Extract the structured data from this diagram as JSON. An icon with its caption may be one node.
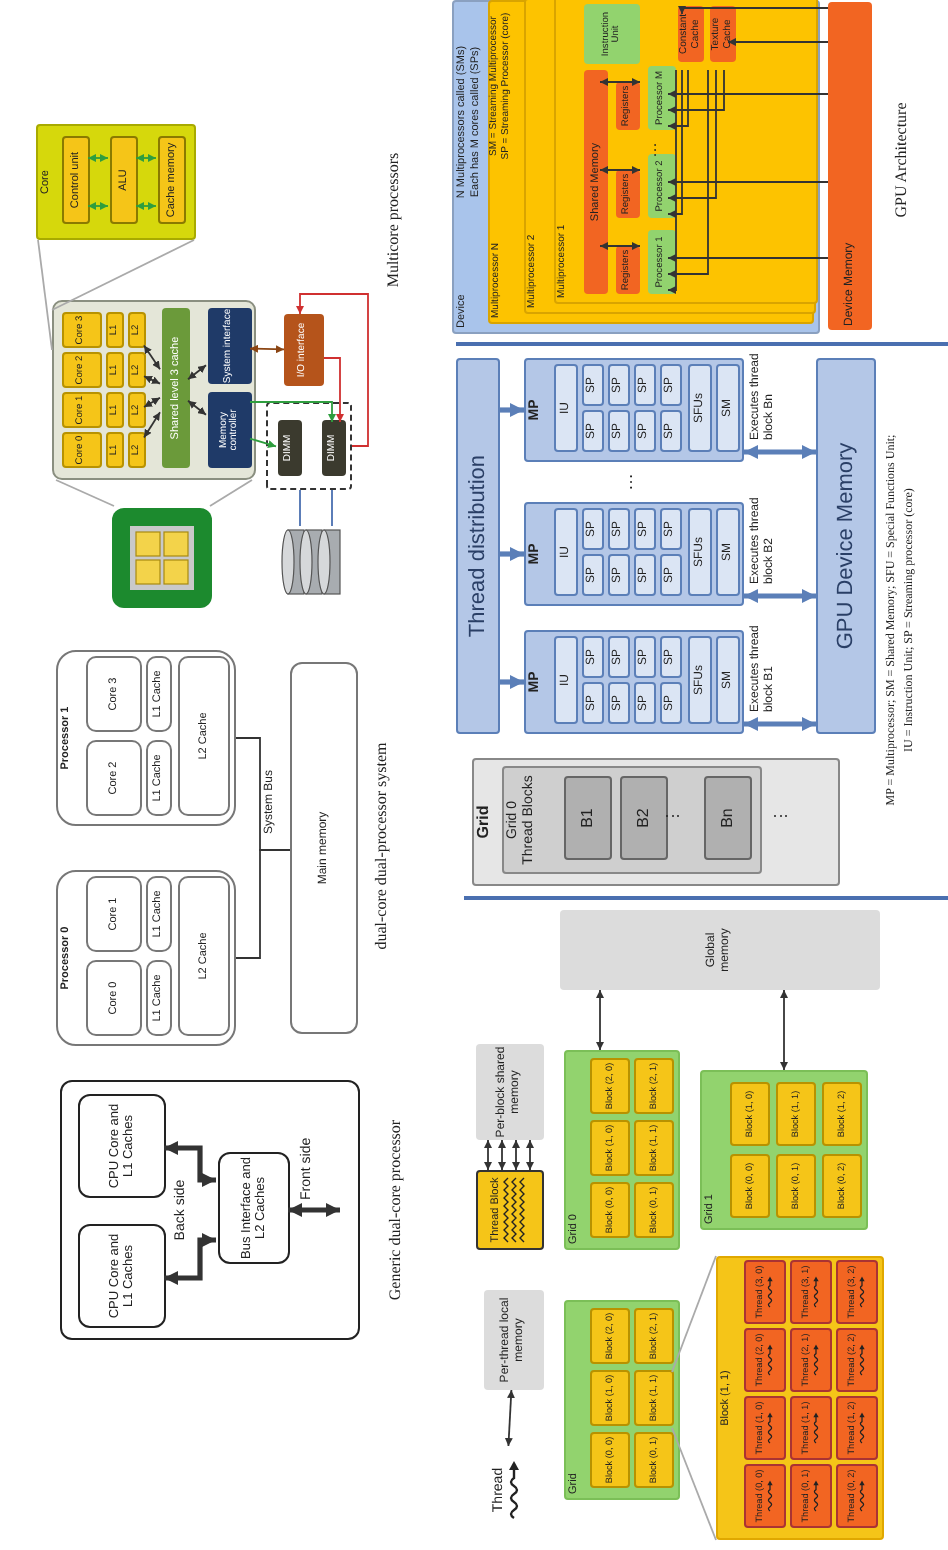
{
  "diagram": {
    "nodes": [
      {
        "text": [],
        "shape": "box"
      },
      {
        "text": [
          "CPU Core and L1 Caches"
        ],
        "in": 0
      },
      {
        "text": [
          "CPU Core and L1 Caches"
        ],
        "in": 0
      },
      {
        "text": [
          "Bus Interface and L2 Caches"
        ],
        "in": 0
      },
      {
        "text": [
          "Processor 0"
        ]
      },
      {
        "text": [
          "Core 0"
        ],
        "in": 4
      },
      {
        "text": [
          "Core 1"
        ],
        "in": 4
      },
      {
        "text": [
          "L1 Cache"
        ],
        "in": 4
      },
      {
        "text": [
          "L1 Cache"
        ],
        "in": 4
      },
      {
        "text": [
          "L2 Cache"
        ],
        "in": 4
      },
      {
        "text": [
          "Processor 1"
        ]
      },
      {
        "text": [
          "Core 2"
        ],
        "in": 10
      },
      {
        "text": [
          "Core 3"
        ],
        "in": 10
      },
      {
        "text": [
          "L1 Cache"
        ],
        "in": 10
      },
      {
        "text": [
          "L1 Cache"
        ],
        "in": 10
      },
      {
        "text": [
          "L2 Cache"
        ],
        "in": 10
      },
      {
        "text": [
          "Main memory"
        ]
      },
      {
        "text": [],
        "shape": "picture"
      },
      {
        "text": [],
        "shape": "cylinder"
      },
      {
        "text": [],
        "shape": "box"
      },
      {
        "text": [
          "Core 0"
        ],
        "in": 19
      },
      {
        "text": [
          "L1"
        ],
        "in": 19
      },
      {
        "text": [
          "L2"
        ],
        "in": 19
      },
      {
        "text": [
          "Core 1"
        ],
        "in": 19
      },
      {
        "text": [
          "L1"
        ],
        "in": 19
      },
      {
        "text": [
          "L2"
        ],
        "in": 19
      },
      {
        "text": [
          "Core 2"
        ],
        "in": 19
      },
      {
        "text": [
          "L1"
        ],
        "in": 19
      },
      {
        "text": [
          "L2"
        ],
        "in": 19
      },
      {
        "text": [
          "Core 3"
        ],
        "in": 19
      },
      {
        "text": [
          "L1"
        ],
        "in": 19
      },
      {
        "text": [
          "L2"
        ],
        "in": 19
      },
      {
        "text": [
          "Shared level 3 cache"
        ],
        "in": 19
      },
      {
        "text": [
          "Memory controller"
        ],
        "in": 19
      },
      {
        "text": [
          "System interface"
        ],
        "in": 19
      },
      {
        "text": [
          "I/O interface"
        ]
      },
      {
        "text": [],
        "shape": "box"
      },
      {
        "text": [
          "DIMM"
        ],
        "in": 36
      },
      {
        "text": [
          "DIMM"
        ],
        "in": 36
      },
      {
        "text": [
          "Core"
        ]
      },
      {
        "text": [
          "Control unit"
        ],
        "in": 39
      },
      {
        "text": [
          "ALU"
        ],
        "in": 39
      },
      {
        "text": [
          "Cache memory"
        ],
        "in": 39
      },
      {
        "text": [
          "Thread"
        ]
      },
      {
        "text": [
          "Per-thread local memory"
        ]
      },
      {
        "text": [
          "Thread Block"
        ]
      },
      {
        "text": [
          "Per-block shared memory"
        ]
      },
      {
        "text": [
          "Grid"
        ]
      },
      {
        "text": [
          "Block (0, 0)"
        ],
        "in": 47
      },
      {
        "text": [
          "Block (1, 0)"
        ],
        "in": 47
      },
      {
        "text": [
          "Block (2, 0)"
        ],
        "in": 47
      },
      {
        "text": [
          "Block (0, 1)"
        ],
        "in": 47
      },
      {
        "text": [
          "Block (1, 1)"
        ],
        "in": 47
      },
      {
        "text": [
          "Block (2, 1)"
        ],
        "in": 47
      },
      {
        "text": [
          "Block (1, 1)"
        ]
      },
      {
        "text": [
          "Thread (0, 0)"
        ],
        "in": 54
      },
      {
        "text": [
          "Thread (1, 0)"
        ],
        "in": 54
      },
      {
        "text": [
          "Thread (2, 0)"
        ],
        "in": 54
      },
      {
        "text": [
          "Thread (3, 0)"
        ],
        "in": 54
      },
      {
        "text": [
          "Thread (0, 1)"
        ],
        "in": 54
      },
      {
        "text": [
          "Thread (1, 1)"
        ],
        "in": 54
      },
      {
        "text": [
          "Thread (2, 1)"
        ],
        "in": 54
      },
      {
        "text": [
          "Thread (3, 1)"
        ],
        "in": 54
      },
      {
        "text": [
          "Thread (0, 2)"
        ],
        "in": 54
      },
      {
        "text": [
          "Thread (1, 2)"
        ],
        "in": 54
      },
      {
        "text": [
          "Thread (2, 2)"
        ],
        "in": 54
      },
      {
        "text": [
          "Thread (3, 2)"
        ],
        "in": 54
      },
      {
        "text": [
          "Grid 0"
        ]
      },
      {
        "text": [
          "Block (0, 0)"
        ],
        "in": 67
      },
      {
        "text": [
          "Block (1, 0)"
        ],
        "in": 67
      },
      {
        "text": [
          "Block (2, 0)"
        ],
        "in": 67
      },
      {
        "text": [
          "Block (0, 1)"
        ],
        "in": 67
      },
      {
        "text": [
          "Block (1, 1)"
        ],
        "in": 67
      },
      {
        "text": [
          "Block (2, 1)"
        ],
        "in": 67
      },
      {
        "text": [
          "Grid 1"
        ]
      },
      {
        "text": [
          "Block (0, 0)"
        ],
        "in": 74
      },
      {
        "text": [
          "Block (1, 0)"
        ],
        "in": 74
      },
      {
        "text": [
          "Block (0, 1)"
        ],
        "in": 74
      },
      {
        "text": [
          "Block (1, 1)"
        ],
        "in": 74
      },
      {
        "text": [
          "Block (0, 2)"
        ],
        "in": 74
      },
      {
        "text": [
          "Block (1, 2)"
        ],
        "in": 74
      },
      {
        "text": [
          "Global memory"
        ]
      },
      {
        "text": [
          "Grid"
        ]
      },
      {
        "text": [
          "Grid 0",
          "Thread Blocks"
        ],
        "in": 82
      },
      {
        "text": [
          "B1"
        ],
        "in": 83
      },
      {
        "text": [
          "B2"
        ],
        "in": 83
      },
      {
        "text": [
          "Bn"
        ],
        "in": 83
      },
      {
        "text": [
          "Thread distribution"
        ]
      },
      {
        "text": [
          "MP"
        ],
        "beside": [
          "Executes thread block B1"
        ]
      },
      {
        "text": [
          "IU"
        ],
        "in": 88
      },
      {
        "text": [
          "SP"
        ],
        "in": 88
      },
      {
        "text": [
          "SP"
        ],
        "in": 88
      },
      {
        "text": [
          "SP"
        ],
        "in": 88
      },
      {
        "text": [
          "SP"
        ],
        "in": 88
      },
      {
        "text": [
          "SP"
        ],
        "in": 88
      },
      {
        "text": [
          "SP"
        ],
        "in": 88
      },
      {
        "text": [
          "SP"
        ],
        "in": 88
      },
      {
        "text": [
          "SP"
        ],
        "in": 88
      },
      {
        "text": [
          "SFUs"
        ],
        "in": 88
      },
      {
        "text": [
          "SM"
        ],
        "in": 88
      },
      {
        "text": [
          "MP"
        ],
        "beside": [
          "Executes thread block B2"
        ]
      },
      {
        "text": [
          "IU"
        ],
        "in": 100
      },
      {
        "text": [
          "SP"
        ],
        "in": 100
      },
      {
        "text": [
          "SP"
        ],
        "in": 100
      },
      {
        "text": [
          "SP"
        ],
        "in": 100
      },
      {
        "text": [
          "SP"
        ],
        "in": 100
      },
      {
        "text": [
          "SP"
        ],
        "in": 100
      },
      {
        "text": [
          "SP"
        ],
        "in": 100
      },
      {
        "text": [
          "SP"
        ],
        "in": 100
      },
      {
        "text": [
          "SP"
        ],
        "in": 100
      },
      {
        "text": [
          "SFUs"
        ],
        "in": 100
      },
      {
        "text": [
          "SM"
        ],
        "in": 100
      },
      {
        "text": [
          "MP"
        ],
        "beside": [
          "Executes thread block Bn"
        ]
      },
      {
        "text": [
          "IU"
        ],
        "in": 112
      },
      {
        "text": [
          "SP"
        ],
        "in": 112
      },
      {
        "text": [
          "SP"
        ],
        "in": 112
      },
      {
        "text": [
          "SP"
        ],
        "in": 112
      },
      {
        "text": [
          "SP"
        ],
        "in": 112
      },
      {
        "text": [
          "SP"
        ],
        "in": 112
      },
      {
        "text": [
          "SP"
        ],
        "in": 112
      },
      {
        "text": [
          "SP"
        ],
        "in": 112
      },
      {
        "text": [
          "SP"
        ],
        "in": 112
      },
      {
        "text": [
          "SFUs"
        ],
        "in": 112
      },
      {
        "text": [
          "SM"
        ],
        "in": 112
      },
      {
        "text": [
          "GPU Device Memory"
        ]
      },
      {
        "text": [
          "Device"
        ]
      },
      {
        "text": [
          "Multiprocessor N"
        ],
        "in": 125
      },
      {
        "text": [
          "Multiprocessor 2"
        ],
        "in": 126
      },
      {
        "text": [
          "Multiprocessor 1"
        ],
        "in": 127
      },
      {
        "text": [
          "Shared Memory"
        ],
        "in": 128
      },
      {
        "text": [
          "Registers"
        ],
        "in": 128
      },
      {
        "text": [
          "Registers"
        ],
        "in": 128
      },
      {
        "text": [
          "Registers"
        ],
        "in": 128
      },
      {
        "text": [
          "Processor 1"
        ],
        "in": 128
      },
      {
        "text": [
          "Processor 2"
        ],
        "in": 128
      },
      {
        "text": [
          "Processor M"
        ],
        "in": 128
      },
      {
        "text": [
          "Instruction Unit"
        ],
        "in": 128
      },
      {
        "text": [
          "Constant Cache"
        ],
        "in": 128
      },
      {
        "text": [
          "Texture Cache"
        ],
        "in": 128
      },
      {
        "text": [
          "Device Memory"
        ]
      }
    ],
    "edges": [
      {
        "from": 3,
        "to": 1,
        "arrow": "both",
        "style": "thick"
      },
      {
        "from": 3,
        "to": 2,
        "arrow": "both",
        "style": "thick"
      },
      {
        "from": 3,
        "to": null,
        "arrow": "both",
        "style": "thick",
        "label": "Front side"
      },
      {
        "from": 4,
        "to": 16,
        "arrow": "none"
      },
      {
        "from": 10,
        "to": 16,
        "arrow": "none"
      },
      {
        "from": 22,
        "to": 32,
        "arrow": "both"
      },
      {
        "from": 25,
        "to": 32,
        "arrow": "both"
      },
      {
        "from": 28,
        "to": 32,
        "arrow": "both"
      },
      {
        "from": 31,
        "to": 32,
        "arrow": "both"
      },
      {
        "from": 32,
        "to": 33,
        "arrow": "both"
      },
      {
        "from": 32,
        "to": 34,
        "arrow": "both"
      },
      {
        "from": 34,
        "to": 35,
        "arrow": "both",
        "color": "#8b4513"
      },
      {
        "from": 33,
        "to": 37,
        "arrow": "to",
        "color": "#2e9e3e"
      },
      {
        "from": 33,
        "to": 38,
        "arrow": "to",
        "color": "#2e9e3e"
      },
      {
        "from": 35,
        "to": 38,
        "arrow": "to",
        "color": "#d03030"
      },
      {
        "from": 36,
        "to": 35,
        "arrow": "to",
        "color": "#d03030"
      },
      {
        "from": 18,
        "to": 36,
        "arrow": "none",
        "color": "#4a6fb0"
      },
      {
        "from": 18,
        "to": 36,
        "arrow": "none",
        "color": "#4a6fb0"
      },
      {
        "from": 17,
        "to": 19,
        "arrow": "none",
        "color": "#aaaaaa"
      },
      {
        "from": 17,
        "to": 19,
        "arrow": "none",
        "color": "#aaaaaa"
      },
      {
        "from": 19,
        "to": 39,
        "arrow": "none",
        "color": "#aaaaaa"
      },
      {
        "from": 19,
        "to": 39,
        "arrow": "none",
        "color": "#aaaaaa"
      },
      {
        "from": 40,
        "to": 41,
        "arrow": "both",
        "color": "#2e9e3e"
      },
      {
        "from": 40,
        "to": 41,
        "arrow": "both",
        "color": "#2e9e3e"
      },
      {
        "from": 41,
        "to": 42,
        "arrow": "both",
        "color": "#2e9e3e"
      },
      {
        "from": 41,
        "to": 42,
        "arrow": "both",
        "color": "#2e9e3e"
      },
      {
        "from": 43,
        "to": 44,
        "arrow": "both"
      },
      {
        "from": 45,
        "to": 46,
        "arrow": "both"
      },
      {
        "from": 45,
        "to": 46,
        "arrow": "both"
      },
      {
        "from": 45,
        "to": 46,
        "arrow": "both"
      },
      {
        "from": 45,
        "to": 46,
        "arrow": "both"
      },
      {
        "from": 52,
        "to": 54,
        "arrow": "none",
        "color": "#aaaaaa"
      },
      {
        "from": 52,
        "to": 54,
        "arrow": "none",
        "color": "#aaaaaa"
      },
      {
        "from": 67,
        "to": 81,
        "arrow": "both"
      },
      {
        "from": 74,
        "to": 81,
        "arrow": "both"
      },
      {
        "from": 87,
        "to": 88,
        "arrow": "to",
        "style": "thick",
        "color": "#5b7fb8"
      },
      {
        "from": 87,
        "to": 100,
        "arrow": "to",
        "style": "thick",
        "color": "#5b7fb8"
      },
      {
        "from": 87,
        "to": 112,
        "arrow": "to",
        "style": "thick",
        "color": "#5b7fb8"
      },
      {
        "from": 88,
        "to": 124,
        "arrow": "both",
        "style": "thick",
        "color": "#5b7fb8"
      },
      {
        "from": 100,
        "to": 124,
        "arrow": "both",
        "style": "thick",
        "color": "#5b7fb8"
      },
      {
        "from": 112,
        "to": 124,
        "arrow": "both",
        "style": "thick",
        "color": "#5b7fb8"
      },
      {
        "from": 129,
        "to": 133,
        "arrow": "both"
      },
      {
        "from": 129,
        "to": 134,
        "arrow": "both"
      },
      {
        "from": 129,
        "to": 135,
        "arrow": "both"
      },
      {
        "from": 137,
        "to": 133,
        "arrow": "to"
      },
      {
        "from": 137,
        "to": 134,
        "arrow": "to"
      },
      {
        "from": 137,
        "to": 135,
        "arrow": "to"
      },
      {
        "from": 138,
        "to": 133,
        "arrow": "to"
      },
      {
        "from": 138,
        "to": 134,
        "arrow": "to"
      },
      {
        "from": 138,
        "to": 135,
        "arrow": "to"
      },
      {
        "from": 139,
        "to": 133,
        "arrow": "to"
      },
      {
        "from": 139,
        "to": 134,
        "arrow": "to"
      },
      {
        "from": 139,
        "to": 135,
        "arrow": "to"
      },
      {
        "from": 139,
        "to": 137,
        "arrow": "to"
      },
      {
        "from": 139,
        "to": 138,
        "arrow": "to"
      }
    ],
    "labels": [
      "Back side",
      "Generic dual-core processor",
      "System Bus",
      "dual-core dual-processor system",
      "Multicore processors",
      "⋮",
      "⋮",
      "…",
      "MP = Multiprocessor; SM = Shared Memory; SFU = Special Functions Unit;",
      "IU = Instruction Unit; SP = Streaming processor (core)",
      "N Multiprocessors called (SMs)",
      "Each has M cores called (SPs)",
      "SM = Streaming Multiprocessor",
      "SP = Streaming Processor (core)",
      "…",
      "GPU Architecture"
    ]
  }
}
